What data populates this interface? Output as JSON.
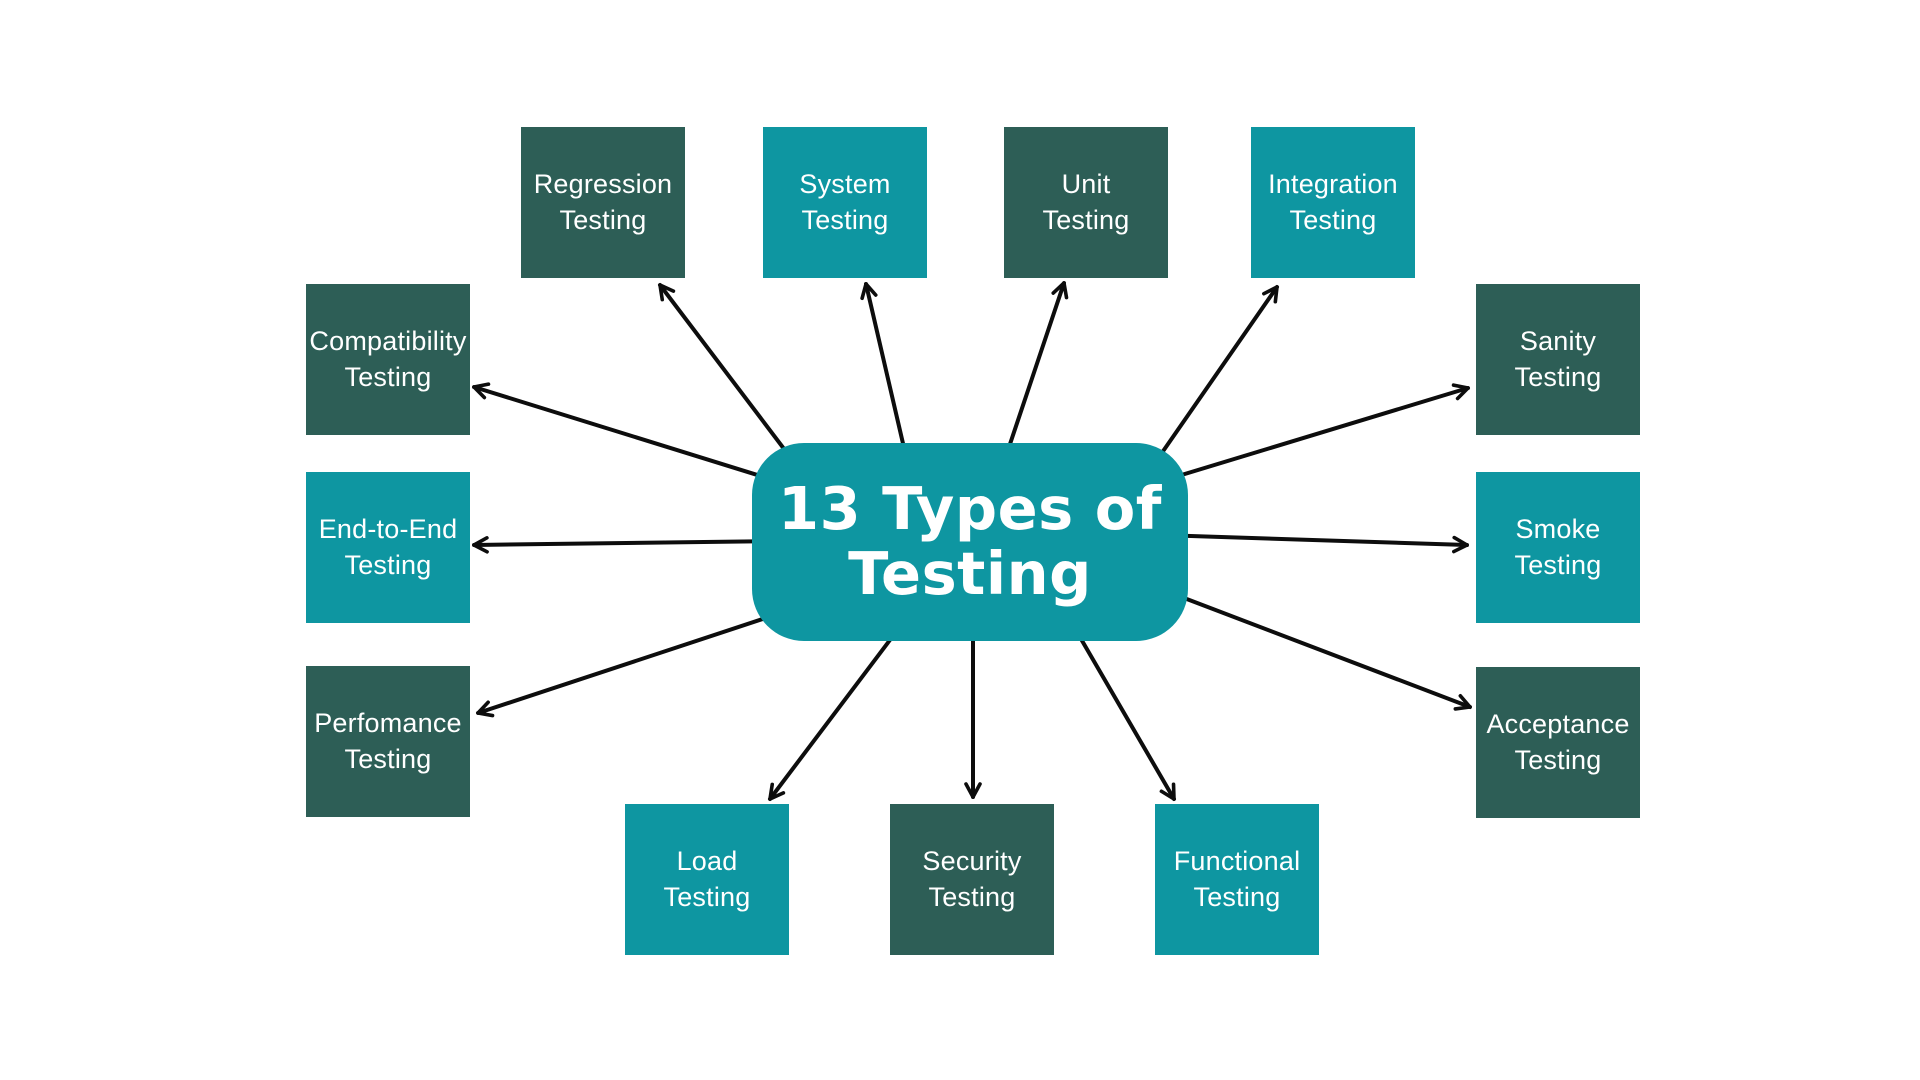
{
  "title": "13 Types of Testing",
  "colors": {
    "teal": "#0e96a1",
    "dark": "#2d5e56",
    "arrow": "#0d0d0d",
    "background": "#ffffff",
    "text": "#ffffff"
  },
  "center": {
    "line1": "13 Types of",
    "line2": "Testing"
  },
  "nodes": [
    {
      "id": "regression",
      "line1": "Regression",
      "line2": "Testing",
      "variant": "dark"
    },
    {
      "id": "system",
      "line1": "System",
      "line2": "Testing",
      "variant": "teal"
    },
    {
      "id": "unit",
      "line1": "Unit",
      "line2": "Testing",
      "variant": "dark"
    },
    {
      "id": "integration",
      "line1": "Integration",
      "line2": "Testing",
      "variant": "teal"
    },
    {
      "id": "compatibility",
      "line1": "Compatibility",
      "line2": "Testing",
      "variant": "dark"
    },
    {
      "id": "end-to-end",
      "line1": "End-to-End",
      "line2": "Testing",
      "variant": "teal"
    },
    {
      "id": "perfomance",
      "line1": "Perfomance",
      "line2": "Testing",
      "variant": "dark"
    },
    {
      "id": "sanity",
      "line1": "Sanity",
      "line2": "Testing",
      "variant": "dark"
    },
    {
      "id": "smoke",
      "line1": "Smoke",
      "line2": "Testing",
      "variant": "teal"
    },
    {
      "id": "acceptance",
      "line1": "Acceptance",
      "line2": "Testing",
      "variant": "dark"
    },
    {
      "id": "load",
      "line1": "Load",
      "line2": "Testing",
      "variant": "teal"
    },
    {
      "id": "security",
      "line1": "Security",
      "line2": "Testing",
      "variant": "dark"
    },
    {
      "id": "functional",
      "line1": "Functional",
      "line2": "Testing",
      "variant": "teal"
    }
  ]
}
